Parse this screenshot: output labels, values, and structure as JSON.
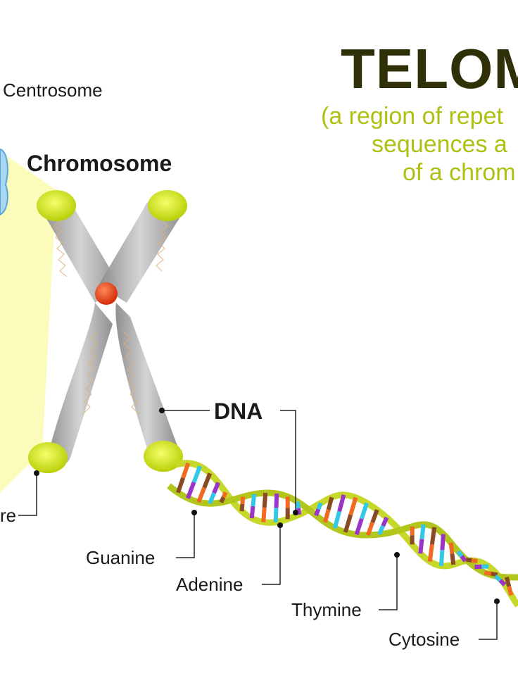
{
  "title": "TELOM",
  "subtitle_lines": [
    "(a region of repet",
    "sequences a",
    "of a chrom"
  ],
  "labels": {
    "centrosome": "Centrosome",
    "chromosome": "Chromosome",
    "dna": "DNA",
    "telomere_partial": "re",
    "guanine": "Guanine",
    "adenine": "Adenine",
    "thymine": "Thymine",
    "cytosine": "Cytosine"
  },
  "colors": {
    "title": "#2f2f08",
    "subtitle": "#b0bf14",
    "telomere_cap": "#d8ec1e",
    "chromosome_body": "#a9a9a9",
    "centromere": "#f0461c",
    "backbone": "#c6d82a",
    "base_purple": "#9a35c8",
    "base_cyan": "#33c8e8",
    "base_orange": "#f06a22",
    "base_brown": "#8a4b24",
    "highlight": "#fbfbb0"
  }
}
